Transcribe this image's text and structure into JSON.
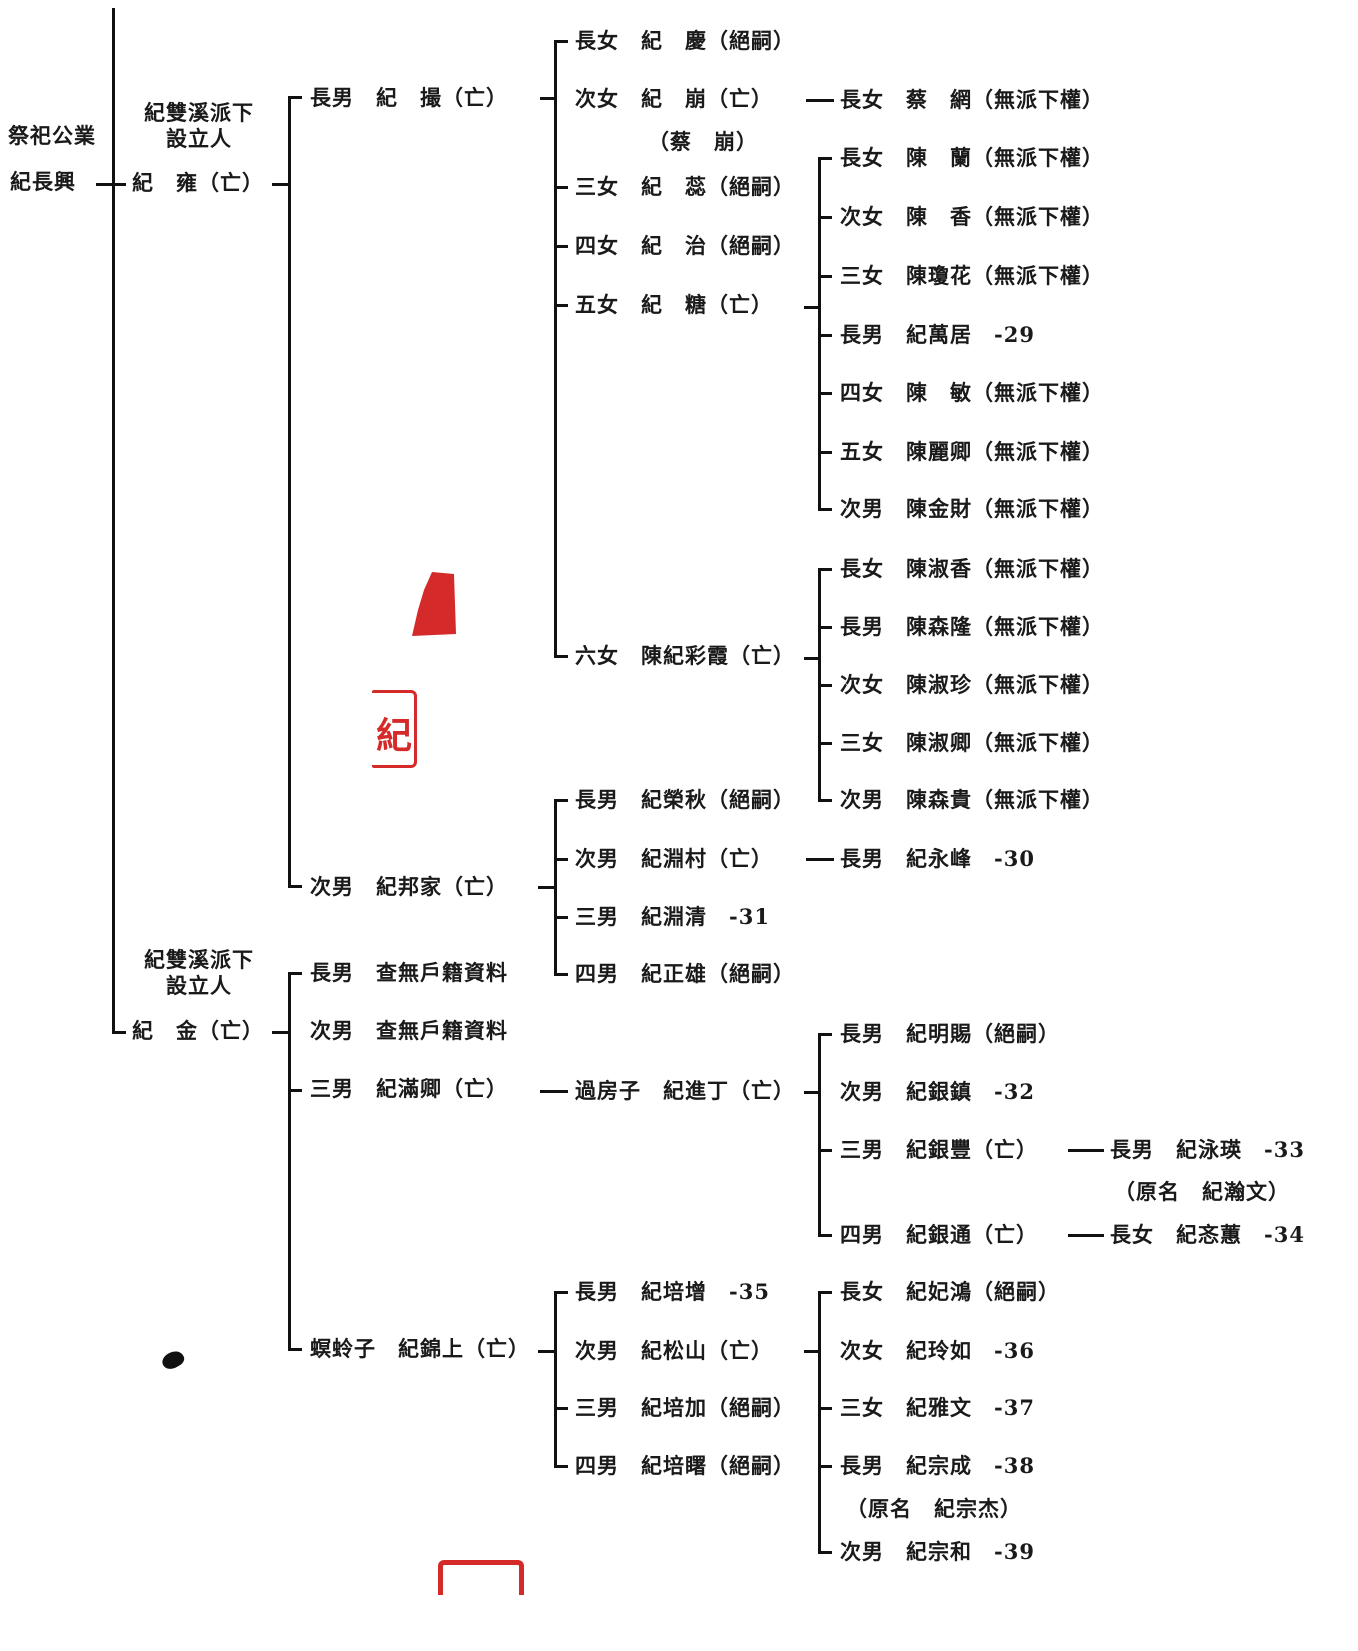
{
  "root": {
    "title": "祭祀公業",
    "name": "紀長興"
  },
  "branches": [
    {
      "caption": "紀雙溪派下\n設立人",
      "name": "紀　雍（亡）",
      "children": [
        {
          "name": "長男　紀　撮（亡）",
          "children": [
            {
              "label": "長女　紀　慶（絕嗣）"
            },
            {
              "label": "次女　紀　崩（亡）",
              "note": "（蔡　崩）",
              "child": "長女　蔡　網（無派下權）"
            },
            {
              "label": "三女　紀　蕊（絕嗣）"
            },
            {
              "label": "四女　紀　治（絕嗣）"
            },
            {
              "label": "五女　紀　糖（亡）",
              "children": [
                "長女　陳　蘭（無派下權）",
                "次女　陳　香（無派下權）",
                "三女　陳瓊花（無派下權）",
                "長男　紀萬居　-29",
                "四女　陳　敏（無派下權）",
                "五女　陳麗卿（無派下權）",
                "次男　陳金財（無派下權）"
              ]
            },
            {
              "label": "六女　陳紀彩霞（亡）",
              "children": [
                "長女　陳淑香（無派下權）",
                "長男　陳森隆（無派下權）",
                "次女　陳淑珍（無派下權）",
                "三女　陳淑卿（無派下權）",
                "次男　陳森貴（無派下權）"
              ]
            }
          ]
        },
        {
          "name": "次男　紀邦家（亡）",
          "children": [
            {
              "label": "長男　紀榮秋（絕嗣）"
            },
            {
              "label": "次男　紀淵村（亡）",
              "child": "長男　紀永峰　-30"
            },
            {
              "label": "三男　紀淵清　-31"
            },
            {
              "label": "四男　紀正雄（絕嗣）"
            }
          ]
        }
      ]
    },
    {
      "caption": "紀雙溪派下\n設立人",
      "name": "紀　金（亡）",
      "children": [
        {
          "name": "長男　查無戶籍資料"
        },
        {
          "name": "次男　查無戶籍資料"
        },
        {
          "name": "三男　紀滿卿（亡）",
          "heir": "過房子　紀進丁（亡）",
          "heir_children": [
            {
              "label": "長男　紀明賜（絕嗣）"
            },
            {
              "label": "次男　紀銀鎮　-32"
            },
            {
              "label": "三男　紀銀豐（亡）",
              "child": "長男　紀泳瑛　-33",
              "child_note": "（原名　紀瀚文）"
            },
            {
              "label": "四男　紀銀通（亡）",
              "child": "長女　紀忞蕙　-34"
            }
          ]
        },
        {
          "name": "螟蛉子　紀錦上（亡）",
          "children": [
            "長男　紀培增　-35",
            "次男　紀松山（亡）",
            "三男　紀培加（絕嗣）",
            "四男　紀培𥌓（絕嗣）"
          ],
          "grandchildren": [
            "長女　紀妃鴻（絕嗣）",
            "次女　紀玲如　-36",
            "三女　紀雅文　-37",
            "長男　紀宗成　-38",
            "次男　紀宗和　-39"
          ],
          "grandchild_note": "（原名　紀宗杰）"
        }
      ]
    }
  ],
  "stamps": {
    "seal_char": "紀",
    "seal_color": "#d42a2a"
  }
}
